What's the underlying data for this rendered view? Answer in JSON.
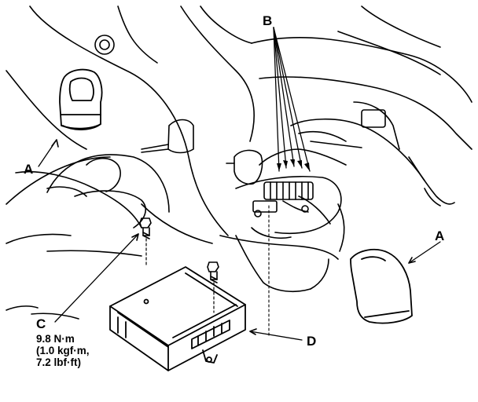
{
  "callouts": {
    "a_left": "A",
    "a_right": "A",
    "b": "B",
    "c": "C",
    "d": "D"
  },
  "torque_spec": {
    "line1": "9.8 N·m",
    "line2": "(1.0 kgf·m,",
    "line3": "7.2 lbf·ft)"
  },
  "colors": {
    "ink": "#000000",
    "paper": "#ffffff"
  }
}
